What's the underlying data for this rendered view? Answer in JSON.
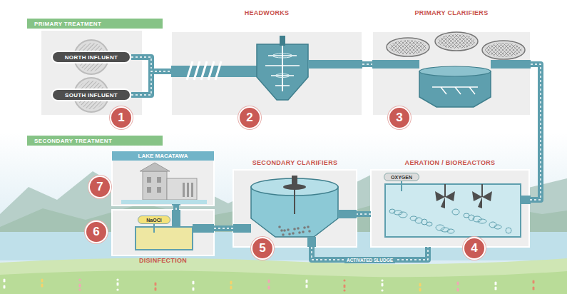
{
  "diagram": {
    "nodes": [
      {
        "text": [
          "PRIMARY TREATMENT"
        ]
      },
      {
        "text": [
          "NORTH INFLUENT"
        ]
      },
      {
        "text": [
          "SOUTH INFLUENT"
        ]
      },
      {
        "text": [
          "HEADWORKS"
        ]
      },
      {
        "text": [
          "PRIMARY CLARIFIERS"
        ]
      },
      {
        "text": [
          "1"
        ]
      },
      {
        "text": [
          "2"
        ]
      },
      {
        "text": [
          "3"
        ]
      },
      {
        "text": [
          "SECONDARY TREATMENT"
        ]
      },
      {
        "text": [
          "LAKE MACATAWA"
        ]
      },
      {
        "text": [
          "SECONDARY CLARIFIERS"
        ]
      },
      {
        "text": [
          "AERATION / BIOREACTORS"
        ]
      },
      {
        "text": [
          "OXYGEN"
        ],
        "in": 11
      },
      {
        "text": [
          "7"
        ]
      },
      {
        "text": [
          "DISINFECTION"
        ]
      },
      {
        "text": [
          "NaOCl"
        ],
        "in": 14
      },
      {
        "text": [
          "6"
        ]
      },
      {
        "text": [
          "5"
        ]
      },
      {
        "text": [
          "4"
        ]
      }
    ],
    "edges": [
      {
        "from": 1,
        "to": 3,
        "arrow": "none"
      },
      {
        "from": 2,
        "to": 3,
        "arrow": "none"
      },
      {
        "from": 3,
        "to": 4,
        "arrow": "none"
      },
      {
        "from": 4,
        "to": 11,
        "arrow": "none"
      },
      {
        "from": 11,
        "to": 10,
        "arrow": "none"
      },
      {
        "from": 10,
        "to": 11,
        "label": "ACTIVATED SLUDGE",
        "arrow": "none"
      },
      {
        "from": 10,
        "to": 14,
        "arrow": "none"
      },
      {
        "from": 14,
        "to": 9,
        "arrow": "none"
      }
    ]
  }
}
